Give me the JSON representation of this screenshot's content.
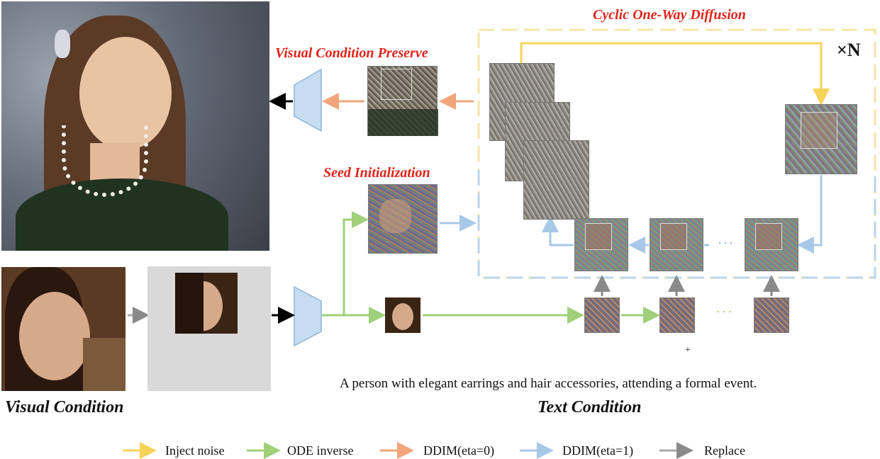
{
  "titles": {
    "cyclic": "Cyclic One-Way Diffusion",
    "preserve": "Visual Condition Preserve",
    "seed": "Seed Initialization",
    "repeat": "×N",
    "visual_condition": "Visual Condition",
    "text_condition": "Text Condition"
  },
  "prompt_text": "A person with elegant earrings and hair accessories, attending a formal event.",
  "ellipsis": "···",
  "plus": "+",
  "legend": [
    {
      "label": "Inject noise",
      "color": "#f7d358"
    },
    {
      "label": "ODE inverse",
      "color": "#9fd07a"
    },
    {
      "label": "DDIM(eta=0)",
      "color": "#f2a57a"
    },
    {
      "label": "DDIM(eta=1)",
      "color": "#a8c8e8"
    },
    {
      "label": "Replace",
      "color": "#aaaaaa"
    }
  ],
  "colors": {
    "inject": "#f7d358",
    "ode": "#9fd07a",
    "ddim0": "#f2a57a",
    "ddim1": "#a8c8e8",
    "replace": "#aaaaaa",
    "title_red": "#e0241b",
    "network": "#c6dcf0"
  }
}
